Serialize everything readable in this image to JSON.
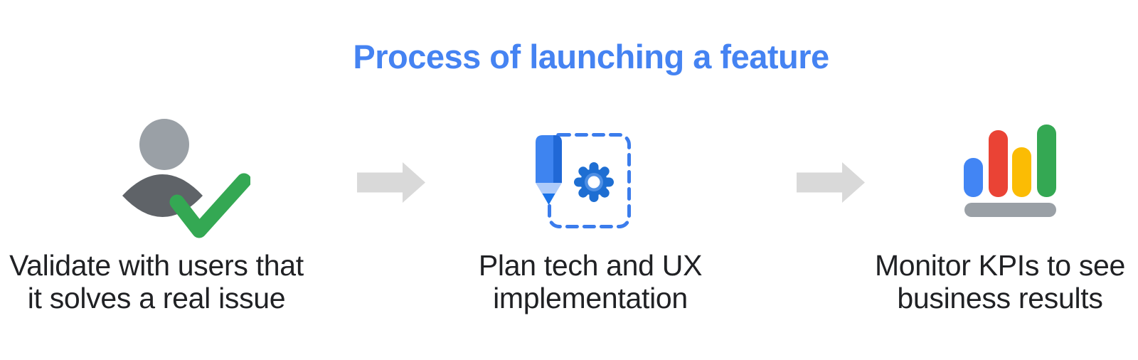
{
  "title": {
    "text": "Process of launching a feature"
  },
  "steps": [
    {
      "id": "validate",
      "icon": "user-check-icon",
      "lines": [
        "Validate with users that",
        "it solves a real issue"
      ]
    },
    {
      "id": "plan",
      "icon": "pencil-gear-icon",
      "lines": [
        "Plan tech and UX",
        "implementation"
      ]
    },
    {
      "id": "monitor",
      "icon": "bar-chart-icon",
      "lines": [
        "Monitor KPIs to see",
        "business results"
      ]
    }
  ],
  "connectors": [
    "right-arrow",
    "right-arrow"
  ],
  "colors": {
    "background": "#FFFFFF",
    "title-blue": "#4583F2",
    "label-text": "#202124",
    "arrow-gray": "#D9D9D9",
    "head-gray": "#9AA0A6",
    "body-gray": "#5F6368",
    "check-green": "#34A853",
    "pencil-blue": "#3E84F0",
    "pencil-blue-dark": "#2068D6",
    "pencil-tip": "#AECBFA",
    "pencil-point": "#1A73E8",
    "dash-blue": "#3B7CEC",
    "gear-blue": "#1E6ED2",
    "gear-ring": "#4E8FE4",
    "gear-hole": "#FFFFFF",
    "bar-blue": "#4285F4",
    "bar-red": "#EA4335",
    "bar-yellow": "#FBBC04",
    "bar-green": "#34A853",
    "base-gray": "#9AA0A6"
  }
}
